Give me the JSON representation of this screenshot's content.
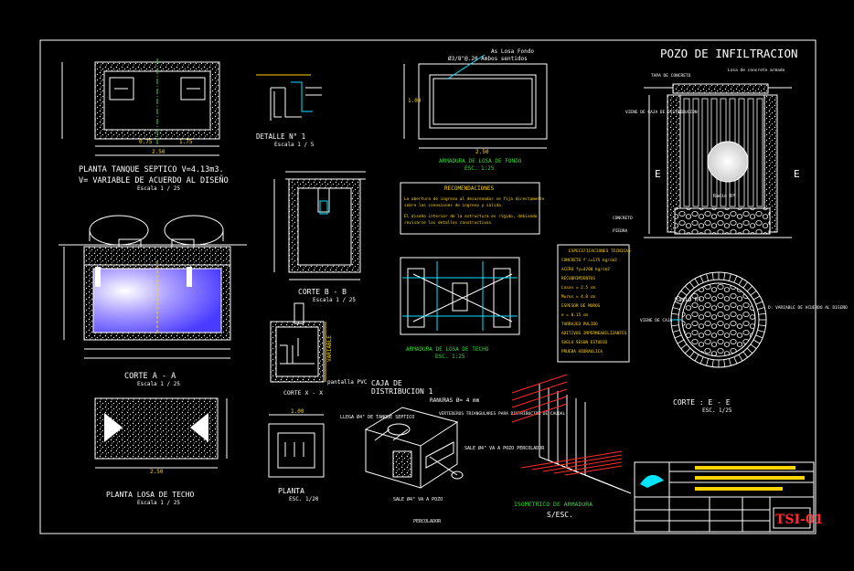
{
  "sheet": {
    "main_title": "POZO DE INFILTRACION",
    "sheet_code": "TSI-01"
  },
  "views": {
    "planta_tanque": {
      "title": "PLANTA TANQUE SEPTICO V=4.13m3.",
      "subtitle": "V= VARIABLE DE ACUERDO AL DISEÑO",
      "scale": "Escala 1 / 25",
      "dim_total": "2.50",
      "dim_left": "0.75",
      "dim_right": "1.75"
    },
    "detalle_1": {
      "title": "DETALLE N° 1",
      "scale": "Escala 1 / 5"
    },
    "armadura_fondo": {
      "title": "ARMADURA DE LOSA DE FONDO",
      "scale": "ESC. 1:25",
      "note_top": "As Losa Fondo",
      "note_bars": "Ø3/8\"@.20 Ambos sentidos",
      "dim_width": "2.50",
      "dim_height": "1.00"
    },
    "corte_bb": {
      "title": "CORTE B - B",
      "scale": "Escala 1 / 25"
    },
    "corte_aa": {
      "title": "CORTE A - A",
      "scale": "Escala 1 / 25"
    },
    "corte_xx": {
      "title": "CORTE X - X",
      "label_pvc": "pantalla PVC",
      "label_variable": "VARIABLE"
    },
    "recomendaciones": {
      "title": "RECOMENDACIONES",
      "line1": "La abertura de ingreso al desarenador se fija directamente",
      "line2": "sobre las conexiones de ingreso y salida.",
      "line3": "El diseño interior de la estructura es rígido, debiendo",
      "line4": "revisarse los detalles constructivos"
    },
    "armadura_techo": {
      "title": "ARMADURA DE LOSA DE TECHO",
      "scale": "ESC. 1:25"
    },
    "especificaciones": {
      "title": "ESPECIFICACIONES TECNICAS",
      "items": [
        "CONCRETO f'c=175 kg/cm2",
        "ACERO fy=4200 kg/cm2",
        "RECUBRIMIENTOS",
        "Losas = 2.5 cm",
        "Muros = 4.0 cm",
        "ESPESOR DE MUROS",
        "e = 0.15 cm",
        "TARRAJEO PULIDO",
        "ADITIVOS IMPERMEABILIZANTES",
        "SUELO SEGUN ESTUDIO",
        "PRUEBA HIDRAULICA"
      ]
    },
    "pozo": {
      "label_tapa": "TAPA DE CONCRETO",
      "label_losa": "Losa de concreto armado",
      "label_viene": "VIENE DE CAJA DE DISTRIBUCION",
      "label_radius": "Radio Rº",
      "label_concreto": "CONCRETO",
      "label_piedra": "PIEDRA",
      "label_e_left": "E",
      "label_e_right": "E"
    },
    "corte_ee": {
      "title": "CORTE : E - E",
      "scale": "ESC. 1/25",
      "label_radius": "Radio Rº",
      "label_variable": "D: VARIABLE DE ACUERDO AL DISEÑO",
      "label_viene": "VIENE DE CAJA"
    },
    "planta_losa": {
      "title": "PLANTA LOSA DE TECHO",
      "scale": "Escala 1 / 25",
      "dim_total": "2.50"
    },
    "planta": {
      "title": "PLANTA",
      "scale": "ESC. 1/20",
      "dim": "1.00"
    },
    "caja": {
      "title_line1": "CAJA DE",
      "title_line2": "DISTRIBUCION 1",
      "label_ranuras": "RANURAS Ø= 4 mm",
      "label_llega": "LLEGA Ø4\" DE TANQUE SEPTICO",
      "label_vertedero": "VERTEDEROS TRIANGULARES PARA DISTRIBUCION DE CAUDAL",
      "label_sale": "SALE Ø4\" VA A POZO PERCOLADOR",
      "label_sale_bottom": "SALE Ø4\" VA A POZO",
      "label_percolador": "PERCOLADOR"
    },
    "isometrico": {
      "title": "ISOMETRICO DE ARMADURA",
      "scale": "S/ESC."
    }
  },
  "titleblock": {
    "code": "TSI-01"
  },
  "colors": {
    "background": "#000000",
    "white": "#ffffff",
    "cyan": "#00e5ff",
    "yellow": "#ffd400",
    "green": "#36d936",
    "red": "#ff2b2b",
    "magenta": "#ff3bff",
    "water": "#7a6cff"
  }
}
